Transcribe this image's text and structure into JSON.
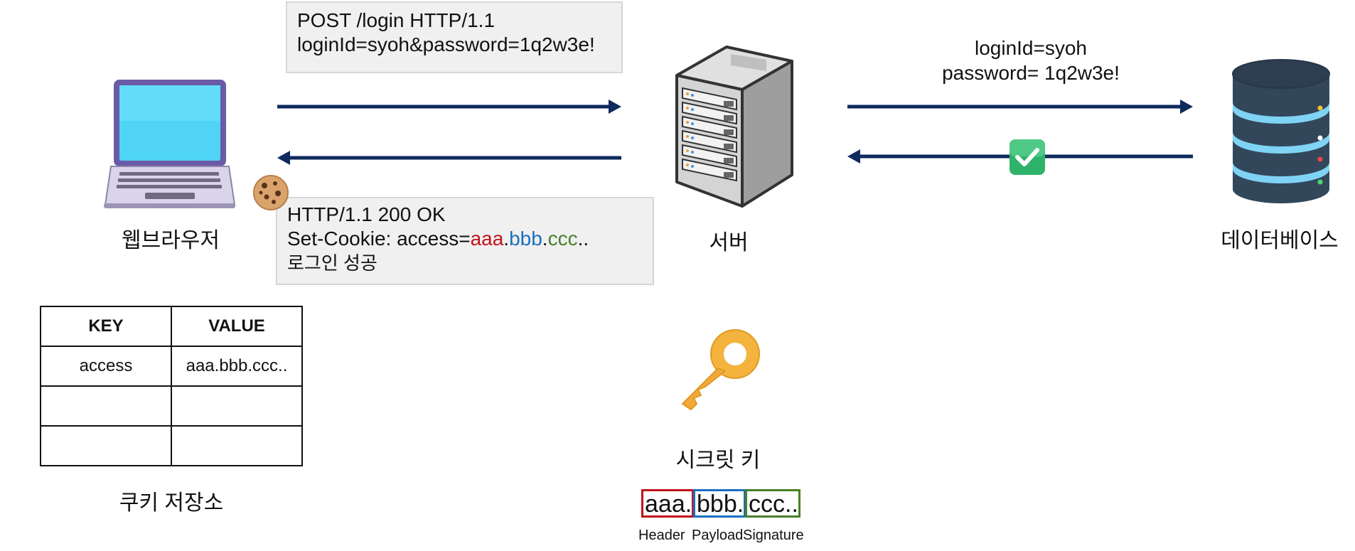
{
  "request": {
    "line1": "POST  /login HTTP/1.1",
    "line2": "loginId=syoh&password=1q2w3e!"
  },
  "response": {
    "line1": "HTTP/1.1 200 OK",
    "cookie_prefix": "Set-Cookie: access=",
    "cookie_part1": "aaa",
    "cookie_dot1": ".",
    "cookie_part2": "bbb",
    "cookie_dot2": ".",
    "cookie_part3": "ccc",
    "cookie_suffix": "..",
    "line3": "로그인 성공"
  },
  "db_query": {
    "line1": "loginId=syoh",
    "line2": "password= 1q2w3e!"
  },
  "nodes": {
    "browser": "웹브라우저",
    "server": "서버",
    "database": "데이터베이스",
    "secret_key": "시크릿 키",
    "cookie_store": "쿠키 저장소"
  },
  "cookie_table": {
    "headers": [
      "KEY",
      "VALUE"
    ],
    "rows": [
      [
        "access",
        "aaa.bbb.ccc.."
      ],
      [
        "",
        ""
      ],
      [
        "",
        ""
      ]
    ]
  },
  "jwt": {
    "parts": [
      "aaa.",
      "bbb.",
      "ccc.."
    ],
    "labels": [
      "Header",
      "Payload",
      "Signature"
    ]
  },
  "colors": {
    "arrow": "#0f2a5c",
    "header": "#c0141c",
    "payload": "#1a6fc0",
    "signature": "#4a7f2a"
  },
  "icons": {
    "browser": "laptop-icon",
    "server": "server-icon",
    "database": "database-icon",
    "cookie": "cookie-icon",
    "check": "check-icon",
    "key": "key-icon"
  }
}
